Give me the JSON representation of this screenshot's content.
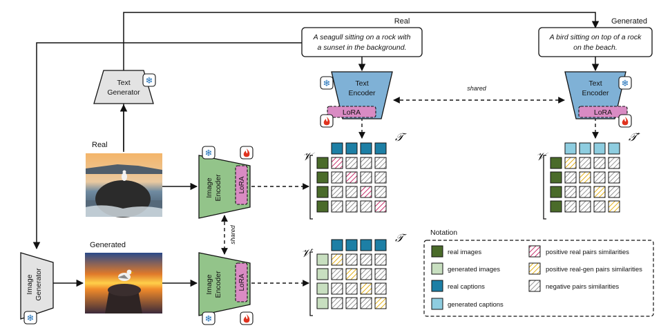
{
  "captions": {
    "real_header": "Real",
    "generated_header": "Generated",
    "real_line1": "A seagull sitting on a rock with",
    "real_line2": "a sunset in the background.",
    "gen_line1": "A bird sitting on top of a rock",
    "gen_line2": "on the beach."
  },
  "modules": {
    "text_generator_line1": "Text",
    "text_generator_line2": "Generator",
    "image_generator_line1": "Image",
    "image_generator_line2": "Generator",
    "text_encoder_line1": "Text",
    "text_encoder_line2": "Encoder",
    "image_encoder_line1": "Image",
    "image_encoder_line2": "Encoder",
    "lora": "LoRA",
    "shared": "shared"
  },
  "images": {
    "real_label": "Real",
    "generated_label": "Generated"
  },
  "matrices": {
    "T": "𝒯",
    "T_prime": "𝒯′",
    "V": "𝒱",
    "V_prime": "𝒱′",
    "real_real_diagonal": "pink",
    "gen_real_diagonal": "yellow",
    "real_gen_diagonal": "yellow"
  },
  "notation": {
    "title": "Notation",
    "items": [
      "real images",
      "generated images",
      "real captions",
      "generated captions",
      "positive real pairs similarities",
      "positive real-gen pairs similarities",
      "negative pairs similarities"
    ]
  },
  "colors": {
    "real_image": "#4a6b2a",
    "generated_image": "#c8dfc0",
    "real_caption": "#1d7fa5",
    "generated_caption": "#8ecde0",
    "text_encoder": "#7fb1d6",
    "image_encoder": "#93c48a",
    "lora": "#d98bc3",
    "generator": "#e3e3e3",
    "pink_hatch": "#c2185b",
    "yellow_hatch": "#e0a800"
  }
}
